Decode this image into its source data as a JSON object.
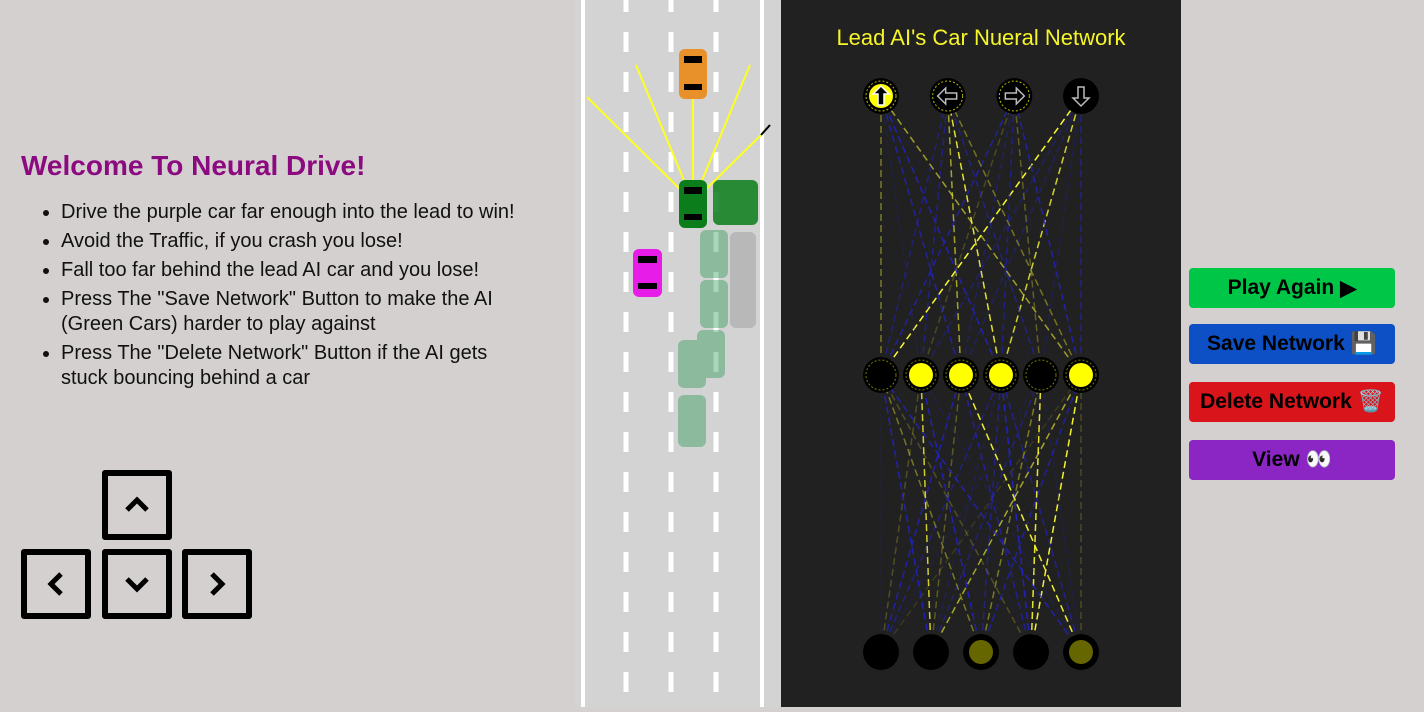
{
  "info": {
    "title": "Welcome To Neural Drive!",
    "instructions": [
      "Drive the purple car far enough into the lead to win!",
      "Avoid the Traffic, if you crash you lose!",
      "Fall too far behind the lead AI car and you lose!",
      "Press The \"Save Network\" Button to make the AI (Green Cars) harder to play against",
      "Press The \"Delete Network\" Button if the AI gets stuck bouncing behind a car"
    ]
  },
  "keys": [
    "up-arrow-key",
    "left-arrow-key",
    "down-arrow-key",
    "right-arrow-key"
  ],
  "network": {
    "title": "Lead AI's Car Nueral Network",
    "inputs": [
      0,
      0,
      0.4,
      0,
      0.4
    ],
    "hidden": [
      0,
      1,
      1,
      1,
      0,
      1
    ],
    "outputs": [
      {
        "icon": "arrow-up-icon",
        "value": 1
      },
      {
        "icon": "arrow-left-icon",
        "value": 0
      },
      {
        "icon": "arrow-right-icon",
        "value": 0
      },
      {
        "icon": "arrow-down-icon",
        "value": 0
      }
    ],
    "colors": {
      "positive": "#ffff33",
      "negative": "#2222cc"
    }
  },
  "buttons": {
    "play": {
      "label": "Play Again",
      "icon": "▶",
      "color": "#00c648"
    },
    "save": {
      "label": "Save Network",
      "icon": "💾",
      "color": "#0d4fc4"
    },
    "delete": {
      "label": "Delete Network",
      "icon": "🗑️",
      "color": "#d9141a"
    },
    "view": {
      "label": "View",
      "icon": "👀",
      "color": "#8b25c3"
    }
  },
  "cars": {
    "player_color": "#e81ce8",
    "traffic_color": "#e8902a",
    "ai_color": "#0b7d1a"
  }
}
